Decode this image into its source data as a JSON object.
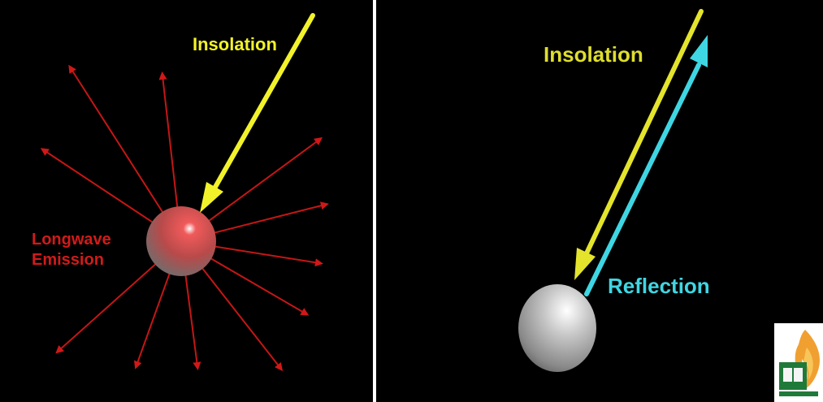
{
  "left_panel": {
    "insolation_label": "Insolation",
    "emission_label_line1": "Longwave",
    "emission_label_line2": "Emission"
  },
  "right_panel": {
    "insolation_label": "Insolation",
    "reflection_label": "Reflection"
  },
  "colors": {
    "background": "#000000",
    "insolation": "#f2f22a",
    "emission": "#c81414",
    "reflection": "#3fd6e3",
    "sphere_grey": "#9a9a9a",
    "sphere_red": "#e84a4a"
  },
  "logo": {
    "icon": "book-flame-logo"
  }
}
